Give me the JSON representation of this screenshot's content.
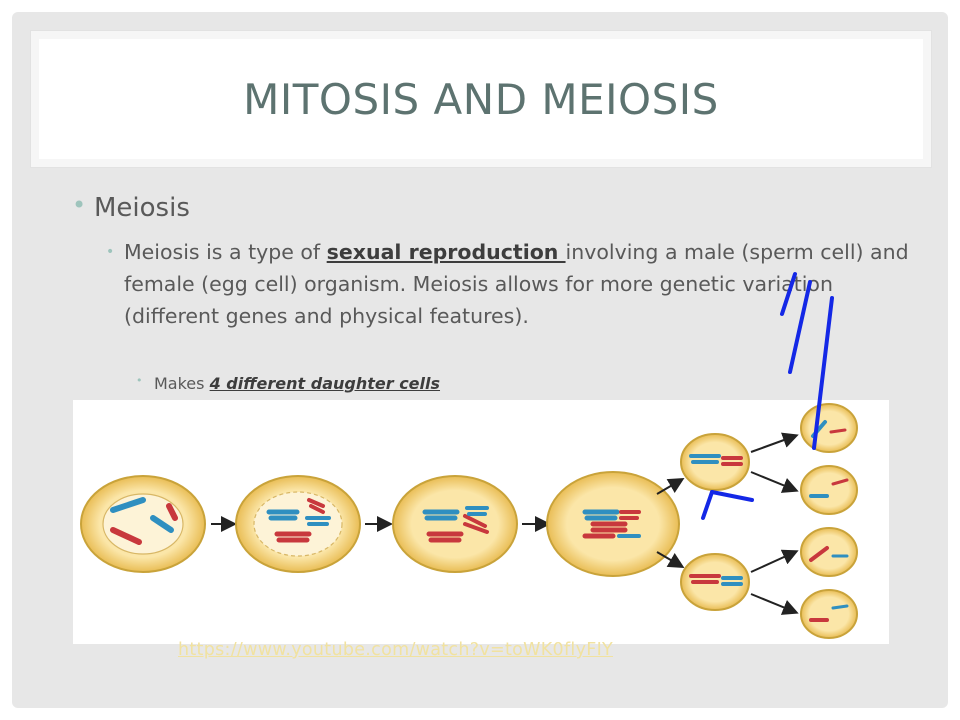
{
  "slide": {
    "title": "MITOSIS AND MEIOSIS",
    "bullet_1": "Meiosis",
    "bullet_2": {
      "before": "Meiosis is a type of ",
      "emphasis": "sexual reproduction ",
      "after": "involving a male (sperm cell) and female (egg cell) organism.  Meiosis allows for more genetic variation (different genes and physical features)."
    },
    "bullet_3": {
      "before": "Makes ",
      "emphasis": "4 different daughter cells"
    },
    "link": "https://www.youtube.com/watch?v=toWK0flyFIY"
  },
  "colors": {
    "title": "#5d7370",
    "bullet_dot": "#9ec4bc",
    "cell_fill": "#f3d37a",
    "cell_border": "#c9a33a",
    "chromosome_red": "#c8383d",
    "chromosome_blue": "#2f8fc0",
    "annotation": "#1428e6",
    "link": "#f1e2a0"
  }
}
